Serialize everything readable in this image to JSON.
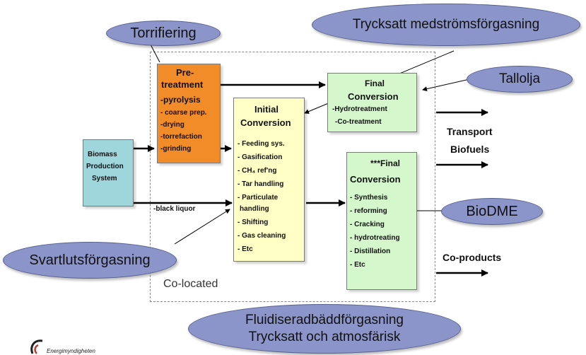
{
  "bubbles": {
    "torrifiering": "Torrifiering",
    "trycksatt_med": "Trycksatt medströmsförgasning",
    "tallolja": "Tallolja",
    "biodme": "BioDME",
    "svartlut": "Svartlutsförgasning",
    "fluid_line1": "Fluidiseradbäddförgasning",
    "fluid_line2": "Trycksatt och atmosfärisk"
  },
  "biomass": {
    "line1": "Biomass",
    "line2": "Production",
    "line3": "System"
  },
  "pretreatment": {
    "title1": "Pre-",
    "title2": "treatment",
    "sub": "-pyrolysis",
    "items": [
      "- coarse prep.",
      "-drying",
      "-torrefaction",
      "-grinding"
    ]
  },
  "initial": {
    "title1": "Initial",
    "title2": "Conversion",
    "items": [
      "- Feeding sys.",
      "- Gasification",
      "- CH₄ ref'ng",
      "- Tar handling",
      "- Particulate",
      "handling",
      "- Shifting",
      "- Gas cleaning",
      "- Etc"
    ]
  },
  "final1": {
    "title1": "Final",
    "title2": "Conversion",
    "items": [
      "-Hydrotreatment",
      "-Co-treatment"
    ]
  },
  "final2": {
    "title1": "***Final",
    "title2": "Conversion",
    "items": [
      "- Synthesis",
      "- reforming",
      "- Cracking",
      "- hydrotreating",
      "- Distillation",
      "- Etc"
    ]
  },
  "labels": {
    "black_liquor": "-black liquor",
    "transport1": "Transport",
    "transport2": "Biofuels",
    "coproducts": "Co-products",
    "colocated": "Co-located",
    "logo_text": "Energimyndigheten"
  },
  "colors": {
    "orange": "#f28c28",
    "yellow": "#ffffc6",
    "green": "#d4f7cc",
    "blue": "#9fd6dc",
    "bubble": "#8c95c9"
  }
}
